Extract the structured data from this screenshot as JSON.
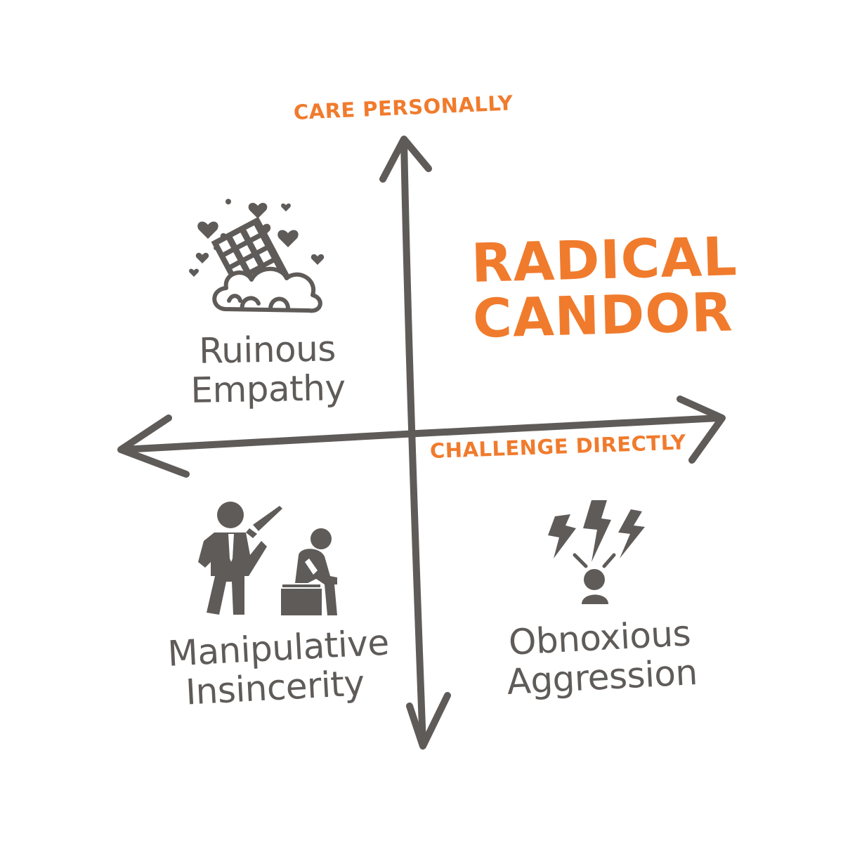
{
  "colors": {
    "accent": "#f07b2d",
    "ink": "#5f5b59",
    "background": "#ffffff"
  },
  "axes": {
    "vertical_label": "CARE PERSONALLY",
    "horizontal_label": "CHALLENGE DIRECTLY"
  },
  "quadrants": {
    "top_right": {
      "title_lines": [
        "RADICAL",
        "CANDOR"
      ]
    },
    "top_left": {
      "label_lines": [
        "Ruinous",
        "Empathy"
      ],
      "icon": "building-on-cloud-with-hearts-icon"
    },
    "bottom_left": {
      "label_lines": [
        "Manipulative",
        "Insincerity"
      ],
      "icon": "backstab-figures-icon"
    },
    "bottom_right": {
      "label_lines": [
        "Obnoxious",
        "Aggression"
      ],
      "icon": "person-under-lightning-icon"
    }
  }
}
